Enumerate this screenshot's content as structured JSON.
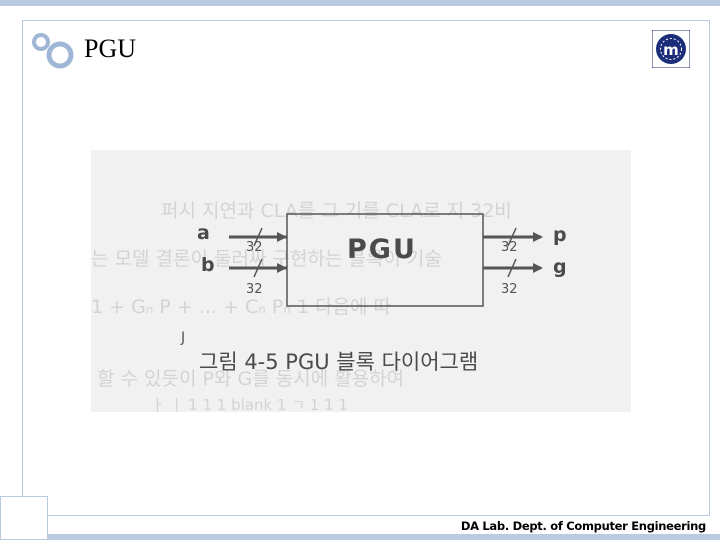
{
  "slide": {
    "title": "PGU",
    "emblem_letter": "m",
    "footer": "DA Lab. Dept. of Computer Engineering"
  },
  "figure": {
    "block_label": "PGU",
    "inputs": [
      "a",
      "b"
    ],
    "outputs": [
      "p",
      "g"
    ],
    "bit_width": "32",
    "caption": "그림 4-5  PGU 블록 다이어그램",
    "stray_mark": "J"
  },
  "colors": {
    "frame": "#b9cbe3",
    "logo_ring": "#9fb6d6",
    "emblem": "#1c2e7a"
  }
}
